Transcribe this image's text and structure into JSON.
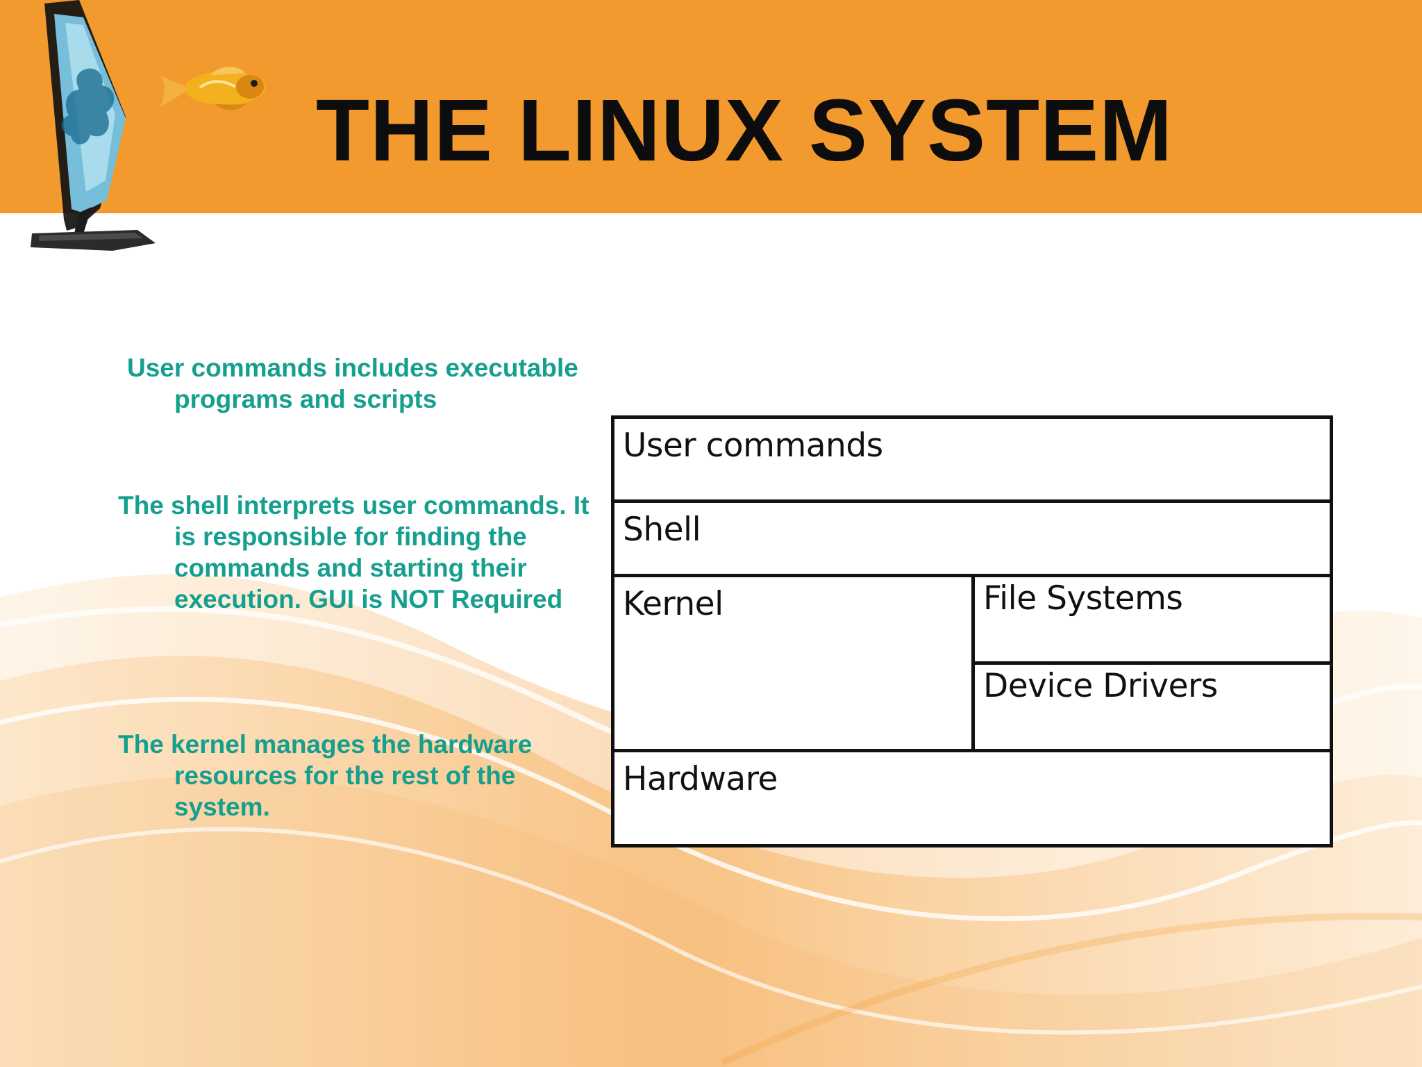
{
  "slide": {
    "title": "THE LINUX SYSTEM",
    "accent_color": "#f39a2f",
    "text_color": "#149f8e"
  },
  "bullets": [
    "User commands includes executable programs and scripts",
    "The shell interprets user commands. It is responsible for finding the commands and starting their execution. GUI is NOT Required",
    "The kernel manages the hardware resources for the rest of the system."
  ],
  "diagram": {
    "layers": {
      "user_commands": "User commands",
      "shell": "Shell",
      "kernel": "Kernel",
      "file_systems": "File Systems",
      "device_drivers": "Device Drivers",
      "hardware": "Hardware"
    }
  },
  "decorations": {
    "logo_left": "computer-monitor-icon",
    "logo_fish": "goldfish-icon"
  }
}
